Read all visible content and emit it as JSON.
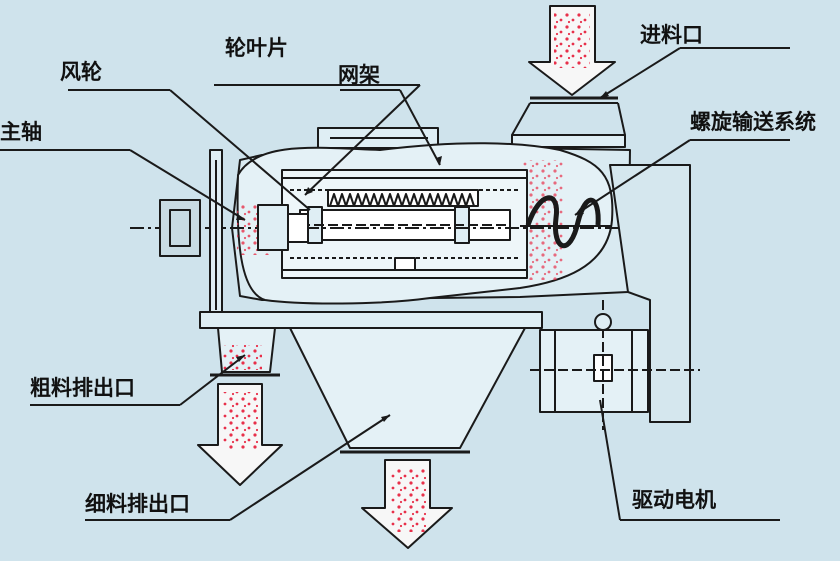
{
  "labels": {
    "feed_inlet": "进料口",
    "screw_conveyor": "螺旋输送系统",
    "impeller_blade": "轮叶片",
    "fan_wheel": "风轮",
    "screen_frame": "网架",
    "main_shaft": "主轴",
    "coarse_outlet": "粗料排出口",
    "fine_outlet": "细料排出口",
    "drive_motor": "驱动电机"
  },
  "colors": {
    "background": "#cfe3ec",
    "line": "#1a1a1a",
    "material_dots": "#e8304a",
    "arrow_fill": "#f7f7f7"
  }
}
